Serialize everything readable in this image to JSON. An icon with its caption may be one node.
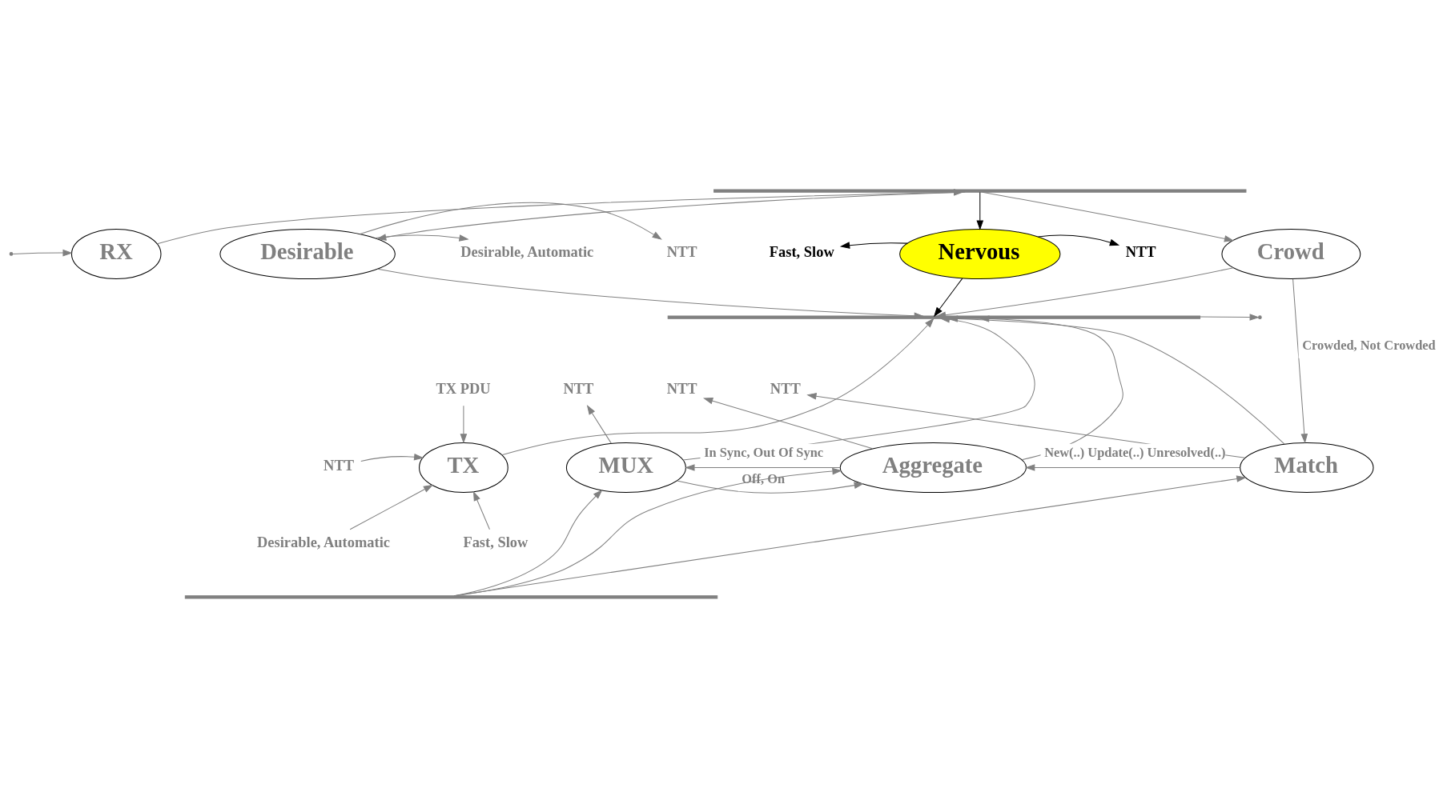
{
  "diagram": {
    "nodes": [
      {
        "text": [
          "RX"
        ]
      },
      {
        "text": [
          "Desirable"
        ]
      },
      {
        "text": [
          "Nervous"
        ]
      },
      {
        "text": [
          "Crowd"
        ]
      },
      {
        "text": [
          "TX"
        ]
      },
      {
        "text": [
          "MUX"
        ]
      },
      {
        "text": [
          "Aggregate"
        ]
      },
      {
        "text": [
          "Match"
        ]
      },
      {
        "text": [
          "Desirable, Automatic"
        ]
      },
      {
        "text": [
          "NTT"
        ]
      },
      {
        "text": [
          "Fast, Slow"
        ]
      },
      {
        "text": [
          "NTT"
        ]
      },
      {
        "text": [
          "TX PDU"
        ]
      },
      {
        "text": [
          "NTT"
        ]
      },
      {
        "text": [
          "Desirable, Automatic"
        ]
      },
      {
        "text": [
          "Fast, Slow"
        ]
      },
      {
        "text": [
          "NTT"
        ]
      },
      {
        "text": [
          "NTT"
        ]
      },
      {
        "text": [
          "NTT"
        ]
      },
      {
        "text": [],
        "shape": "bar"
      },
      {
        "text": [],
        "shape": "bar"
      },
      {
        "text": [],
        "shape": "bar"
      }
    ],
    "edges": [
      {
        "from": null,
        "to": 0,
        "arrow": "to"
      },
      {
        "from": 0,
        "to": 19,
        "arrow": "to"
      },
      {
        "from": 19,
        "to": 1,
        "arrow": "to"
      },
      {
        "from": 19,
        "to": 2,
        "arrow": "to",
        "color": "#000000"
      },
      {
        "from": 19,
        "to": 3,
        "arrow": "to"
      },
      {
        "from": 1,
        "to": 8,
        "arrow": "to"
      },
      {
        "from": 1,
        "to": 9,
        "arrow": "to"
      },
      {
        "from": 2,
        "to": 10,
        "arrow": "to",
        "color": "#000000"
      },
      {
        "from": 2,
        "to": 11,
        "arrow": "to",
        "color": "#000000"
      },
      {
        "from": 1,
        "to": 20,
        "arrow": "to"
      },
      {
        "from": 2,
        "to": 20,
        "arrow": "to",
        "color": "#000000"
      },
      {
        "from": 3,
        "to": 20,
        "arrow": "to"
      },
      {
        "from": 3,
        "to": 7,
        "arrow": "to",
        "label": "Crowded, Not Crowded"
      },
      {
        "from": 20,
        "to": null,
        "arrow": "to"
      },
      {
        "from": 4,
        "to": 20,
        "arrow": "to"
      },
      {
        "from": 5,
        "to": 20,
        "arrow": "to"
      },
      {
        "from": 6,
        "to": 20,
        "arrow": "to"
      },
      {
        "from": 7,
        "to": 20,
        "arrow": "to"
      },
      {
        "from": 12,
        "to": 4,
        "arrow": "to"
      },
      {
        "from": 13,
        "to": 4,
        "arrow": "to"
      },
      {
        "from": 14,
        "to": 4,
        "arrow": "to"
      },
      {
        "from": 15,
        "to": 4,
        "arrow": "to"
      },
      {
        "from": 5,
        "to": 16,
        "arrow": "to"
      },
      {
        "from": 6,
        "to": 17,
        "arrow": "to"
      },
      {
        "from": 7,
        "to": 18,
        "arrow": "to"
      },
      {
        "from": 5,
        "to": 6,
        "arrow": "to",
        "label": "Off, On"
      },
      {
        "from": 6,
        "to": 5,
        "arrow": "to",
        "label": "In Sync, Out Of Sync"
      },
      {
        "from": 7,
        "to": 6,
        "arrow": "to",
        "label": "New(..) Update(..) Unresolved(..)"
      },
      {
        "from": 21,
        "to": 5,
        "arrow": "to"
      },
      {
        "from": 21,
        "to": 6,
        "arrow": "to"
      },
      {
        "from": 21,
        "to": 7,
        "arrow": "to"
      }
    ]
  }
}
